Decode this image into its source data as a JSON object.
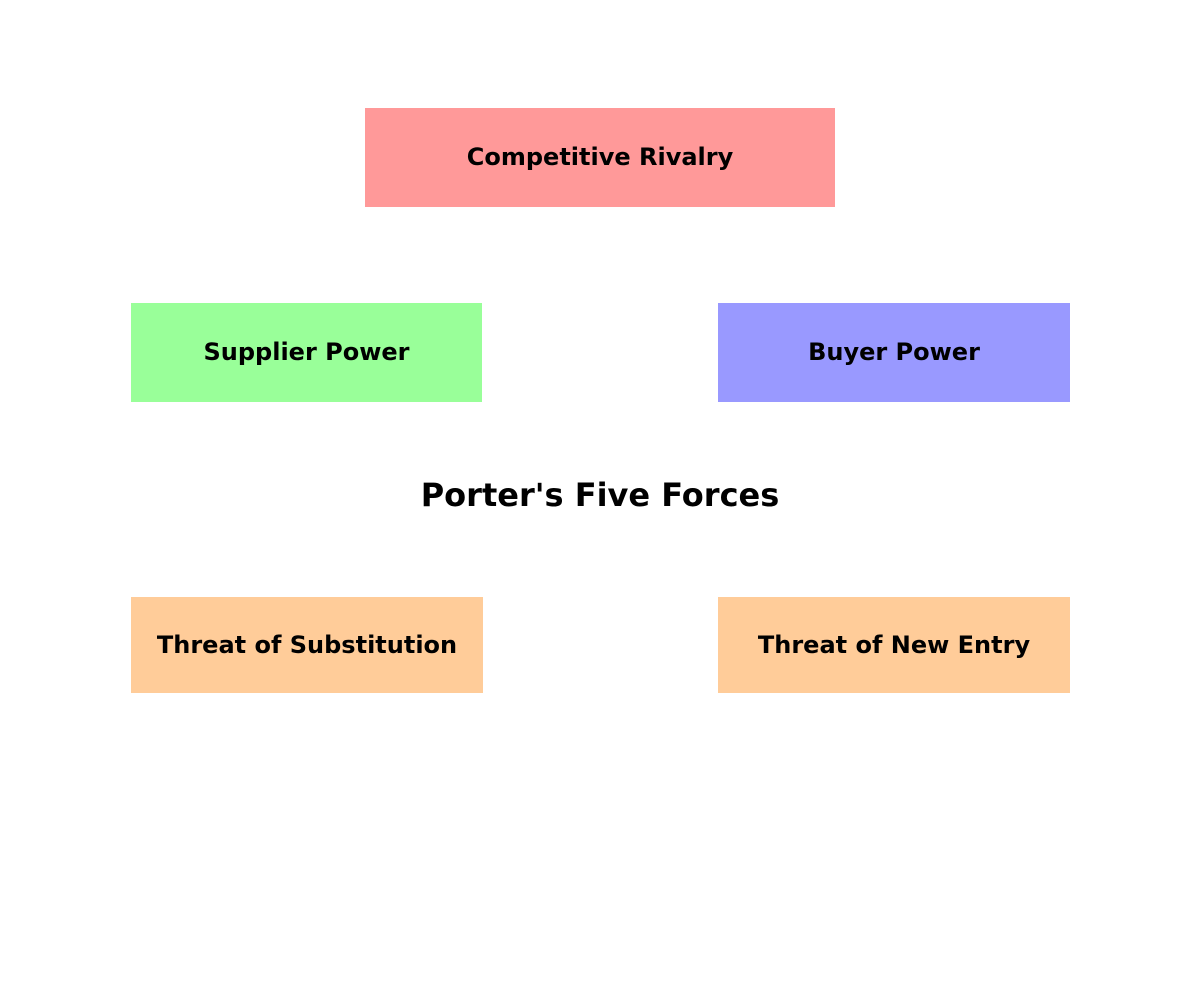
{
  "diagram": {
    "title": "Porter's Five Forces",
    "background_color": "#ffffff",
    "text_color": "#000000",
    "forces": [
      {
        "label": "Competitive Rivalry",
        "color": "#ff9999",
        "position": "top-center"
      },
      {
        "label": "Supplier Power",
        "color": "#99ff99",
        "position": "middle-left"
      },
      {
        "label": "Buyer Power",
        "color": "#9999ff",
        "position": "middle-right"
      },
      {
        "label": "Threat of Substitution",
        "color": "#ffcc99",
        "position": "bottom-left"
      },
      {
        "label": "Threat of New Entry",
        "color": "#ffcc99",
        "position": "bottom-right"
      }
    ]
  }
}
